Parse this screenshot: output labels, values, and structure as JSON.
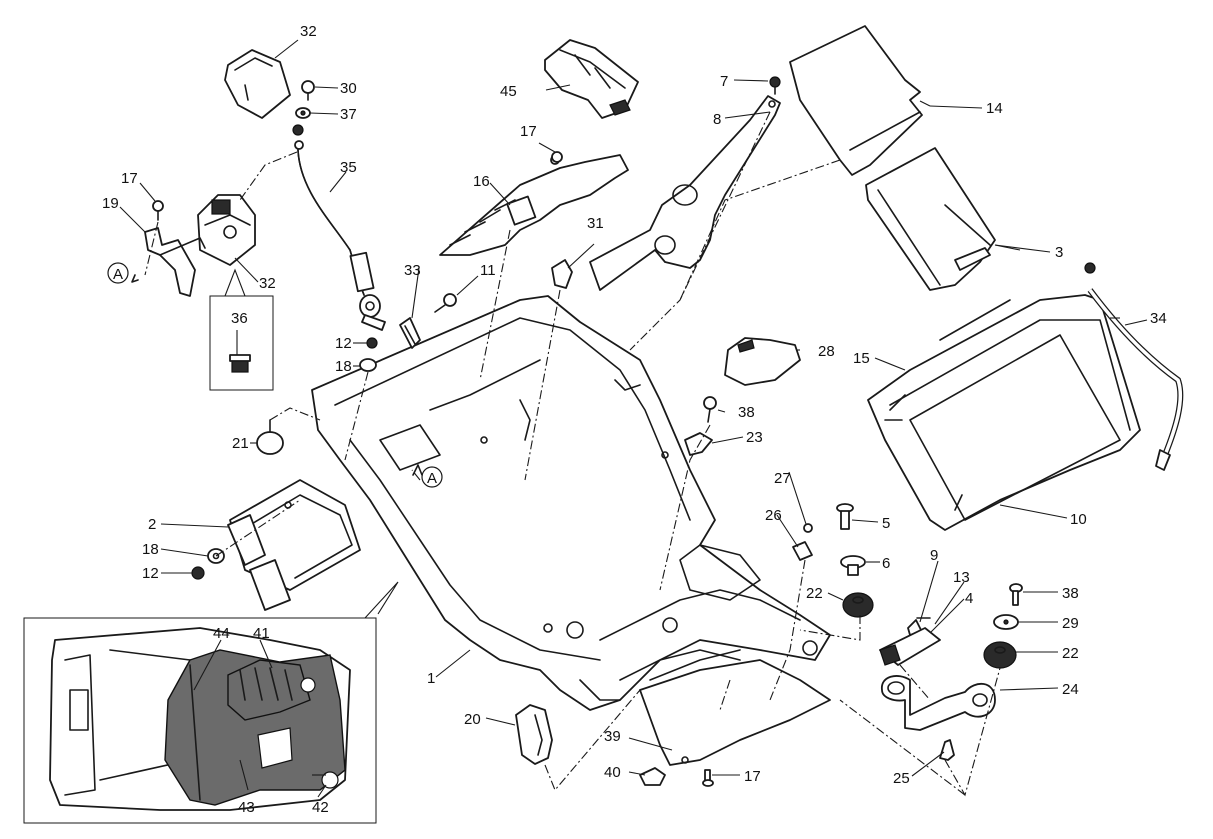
{
  "diagram": {
    "type": "exploded-parts-diagram",
    "subject": "motorcycle rear frame / seat tray assembly",
    "reference_marker": "A",
    "callouts": {
      "c1": "1",
      "c2": "2",
      "c3": "3",
      "c4": "4",
      "c5": "5",
      "c6": "6",
      "c7": "7",
      "c8": "8",
      "c9": "9",
      "c10": "10",
      "c11": "11",
      "c12a": "12",
      "c12b": "12",
      "c13": "13",
      "c14": "14",
      "c15": "15",
      "c16": "16",
      "c17a": "17",
      "c17b": "17",
      "c17c": "17",
      "c18a": "18",
      "c18b": "18",
      "c19": "19",
      "c20": "20",
      "c21": "21",
      "c22a": "22",
      "c22b": "22",
      "c23": "23",
      "c24": "24",
      "c25": "25",
      "c26": "26",
      "c27": "27",
      "c28": "28",
      "c29": "29",
      "c30": "30",
      "c31": "31",
      "c32a": "32",
      "c32b": "32",
      "c33": "33",
      "c34": "34",
      "c35": "35",
      "c36": "36",
      "c37": "37",
      "c38a": "38",
      "c38b": "38",
      "c39": "39",
      "c40": "40",
      "c41": "41",
      "c42": "42",
      "c43": "43",
      "c44": "44",
      "c45": "45"
    },
    "inset": {
      "callouts": [
        "41",
        "42",
        "43",
        "44"
      ]
    }
  }
}
